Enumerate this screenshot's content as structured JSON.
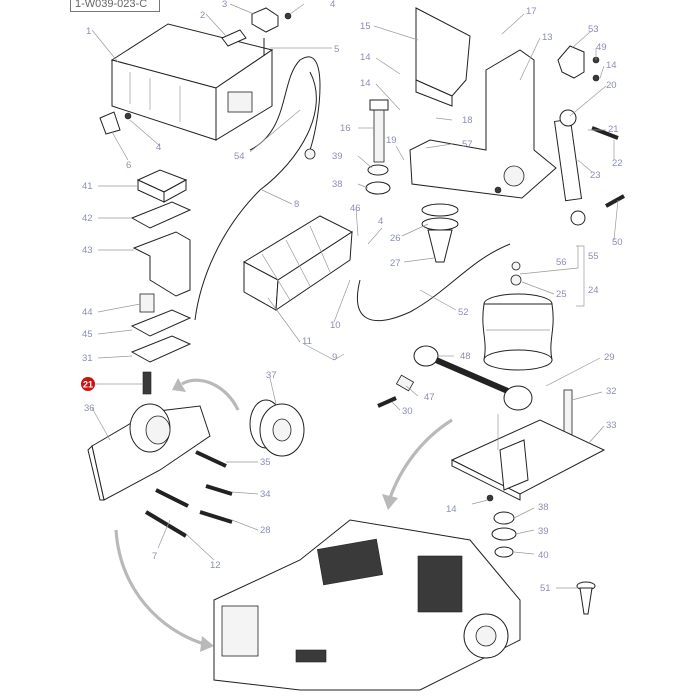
{
  "reference_code": "1-W039-023-C",
  "highlight": {
    "label": "21",
    "color": "#cc1111"
  },
  "label_color": "#8a8fb3",
  "callouts": [
    "1",
    "2",
    "3",
    "4",
    "5",
    "6",
    "4",
    "54",
    "8",
    "41",
    "42",
    "43",
    "44",
    "45",
    "31",
    "37",
    "36",
    "35",
    "34",
    "28",
    "7",
    "12",
    "11",
    "9",
    "10",
    "15",
    "14",
    "14",
    "16",
    "18",
    "19",
    "57",
    "39",
    "38",
    "46",
    "4",
    "26",
    "27",
    "52",
    "17",
    "13",
    "53",
    "49",
    "14",
    "20",
    "21",
    "22",
    "23",
    "50",
    "56",
    "55",
    "25",
    "24",
    "48",
    "47",
    "30",
    "29",
    "32",
    "33",
    "14",
    "38",
    "39",
    "40",
    "51"
  ]
}
